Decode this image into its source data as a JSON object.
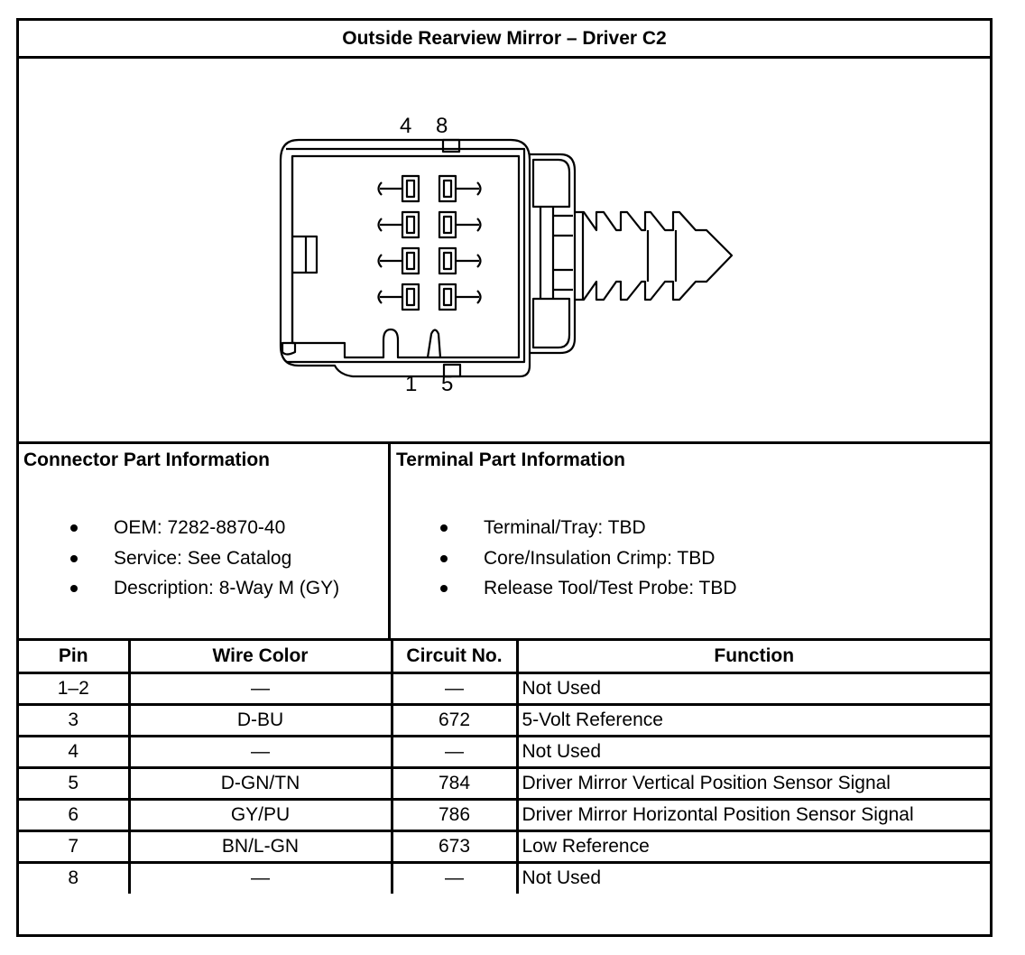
{
  "title": "Outside Rearview Mirror – Driver C2",
  "diagram": {
    "description": "8-way connector face view",
    "pin_labels_top": [
      "4",
      "8"
    ],
    "pin_labels_bottom": [
      "1",
      "5"
    ]
  },
  "connector_info": {
    "heading": "Connector Part Information",
    "items": [
      "OEM: 7282-8870-40",
      "Service: See Catalog",
      "Description: 8-Way M (GY)"
    ]
  },
  "terminal_info": {
    "heading": "Terminal Part Information",
    "items": [
      "Terminal/Tray: TBD",
      "Core/Insulation Crimp: TBD",
      "Release Tool/Test Probe: TBD"
    ]
  },
  "pin_table": {
    "headers": [
      "Pin",
      "Wire Color",
      "Circuit No.",
      "Function"
    ],
    "rows": [
      {
        "pin": "1–2",
        "wire": "—",
        "circuit": "—",
        "function": "Not Used"
      },
      {
        "pin": "3",
        "wire": "D-BU",
        "circuit": "672",
        "function": "5-Volt Reference"
      },
      {
        "pin": "4",
        "wire": "—",
        "circuit": "—",
        "function": "Not Used"
      },
      {
        "pin": "5",
        "wire": "D-GN/TN",
        "circuit": "784",
        "function": "Driver Mirror Vertical Position Sensor Signal"
      },
      {
        "pin": "6",
        "wire": "GY/PU",
        "circuit": "786",
        "function": "Driver Mirror Horizontal Position Sensor Signal"
      },
      {
        "pin": "7",
        "wire": "BN/L-GN",
        "circuit": "673",
        "function": "Low Reference"
      },
      {
        "pin": "8",
        "wire": "—",
        "circuit": "—",
        "function": "Not Used"
      }
    ]
  }
}
